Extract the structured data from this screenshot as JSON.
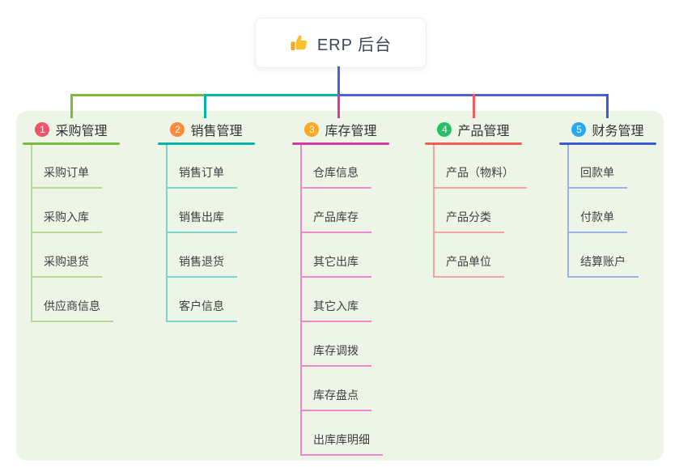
{
  "root": {
    "icon": "thumbs-up",
    "label": "ERP 后台"
  },
  "colors": {
    "background": "#ffffff",
    "panel_bg": "#edf6e6",
    "root_connector": "#4a62d8",
    "root_text": "#3c4656",
    "title_text": "#333333",
    "child_text": "#3f3f3f"
  },
  "branches": [
    {
      "index": "1",
      "label": "采购管理",
      "badge_color": "#f4526a",
      "line_color": "#7cb93f",
      "child_line_color": "#b6da96",
      "children": [
        "采购订单",
        "采购入库",
        "采购退货",
        "供应商信息"
      ]
    },
    {
      "index": "2",
      "label": "销售管理",
      "badge_color": "#fb8a3c",
      "line_color": "#00b3ab",
      "child_line_color": "#7ed5cb",
      "children": [
        "销售订单",
        "销售出库",
        "销售退货",
        "客户信息"
      ]
    },
    {
      "index": "3",
      "label": "库存管理",
      "badge_color": "#ffa726",
      "line_color": "#d63aa3",
      "child_line_color": "#ef89cd",
      "children": [
        "仓库信息",
        "产品库存",
        "其它出库",
        "其它入库",
        "库存调拨",
        "库存盘点",
        "出库库明细"
      ]
    },
    {
      "index": "4",
      "label": "产品管理",
      "badge_color": "#27c065",
      "line_color": "#f25c5c",
      "child_line_color": "#f7a3a3",
      "children": [
        "产品（物料）",
        "产品分类",
        "产品单位"
      ]
    },
    {
      "index": "5",
      "label": "财务管理",
      "badge_color": "#2ba8ea",
      "line_color": "#4159ce",
      "child_line_color": "#9db1e6",
      "children": [
        "回款单",
        "付款单",
        "结算账户"
      ]
    }
  ]
}
